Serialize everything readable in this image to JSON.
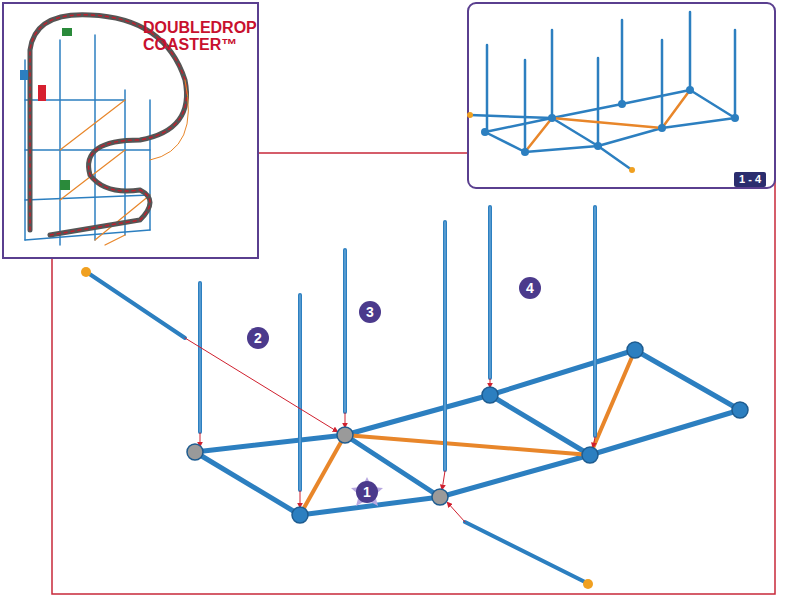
{
  "diagram": {
    "nodes": [
      {
        "text": [
          "DOUBLEDROP COASTER™"
        ]
      },
      {
        "text": [
          "1 - 4"
        ]
      }
    ],
    "labels": [
      "1",
      "2",
      "3",
      "4"
    ]
  }
}
